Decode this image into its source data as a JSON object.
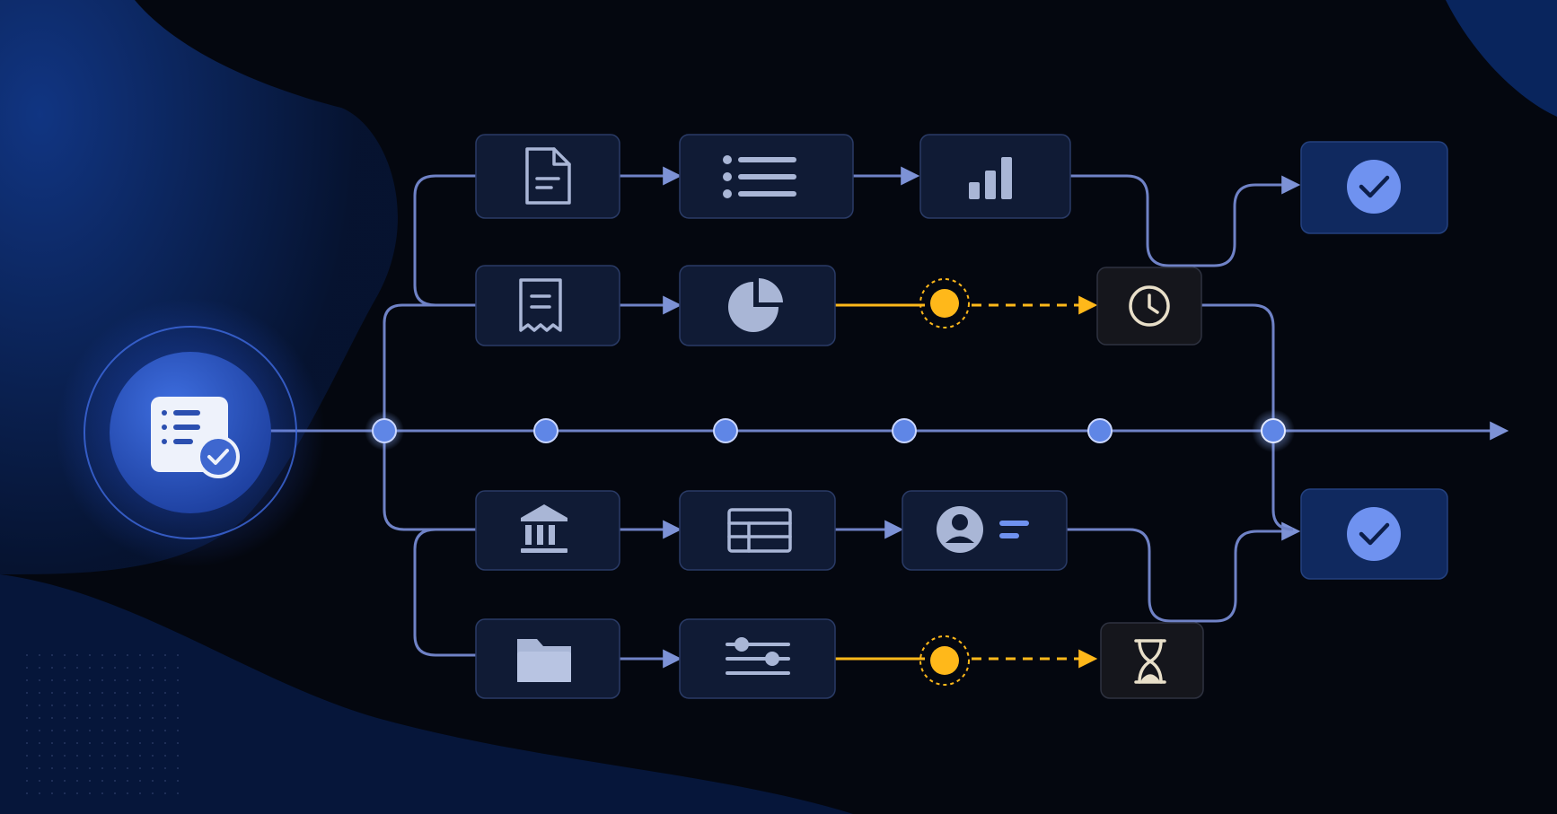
{
  "colors": {
    "background": "#04070f",
    "blob": "#0b2a6b",
    "line": "#6f82c6",
    "node_fill": "#5f86e6",
    "card_fill": "#101b35",
    "card_stroke": "#2a3b66",
    "card_dark_fill": "#15161c",
    "card_dark_stroke": "#2e3240",
    "accent_amber": "#ffb81a",
    "done_fill": "#10295f",
    "done_circle": "#6f92f0",
    "icon": "#a9b6d6",
    "hub_fill": "#2c58c9",
    "hub_ring": "#3f6ae0"
  },
  "hub": {
    "icon": "checklist-icon"
  },
  "track": {
    "node_count": 6,
    "arrow": "arrow-right-icon"
  },
  "branches": [
    {
      "id": "top-1",
      "cards": [
        "document-icon",
        "bullet-list-icon",
        "bar-chart-icon"
      ],
      "end": "done-top"
    },
    {
      "id": "top-2",
      "cards": [
        "receipt-icon",
        "pie-chart-icon"
      ],
      "pending": "clock-icon"
    },
    {
      "id": "bottom-1",
      "cards": [
        "bank-icon",
        "table-icon",
        "user-profile-icon"
      ],
      "end": "done-bottom"
    },
    {
      "id": "bottom-2",
      "cards": [
        "folder-icon",
        "sliders-icon"
      ],
      "pending": "hourglass-icon"
    }
  ],
  "outcomes": [
    {
      "id": "done-top",
      "icon": "check-circle-icon"
    },
    {
      "id": "done-bottom",
      "icon": "check-circle-icon"
    }
  ]
}
